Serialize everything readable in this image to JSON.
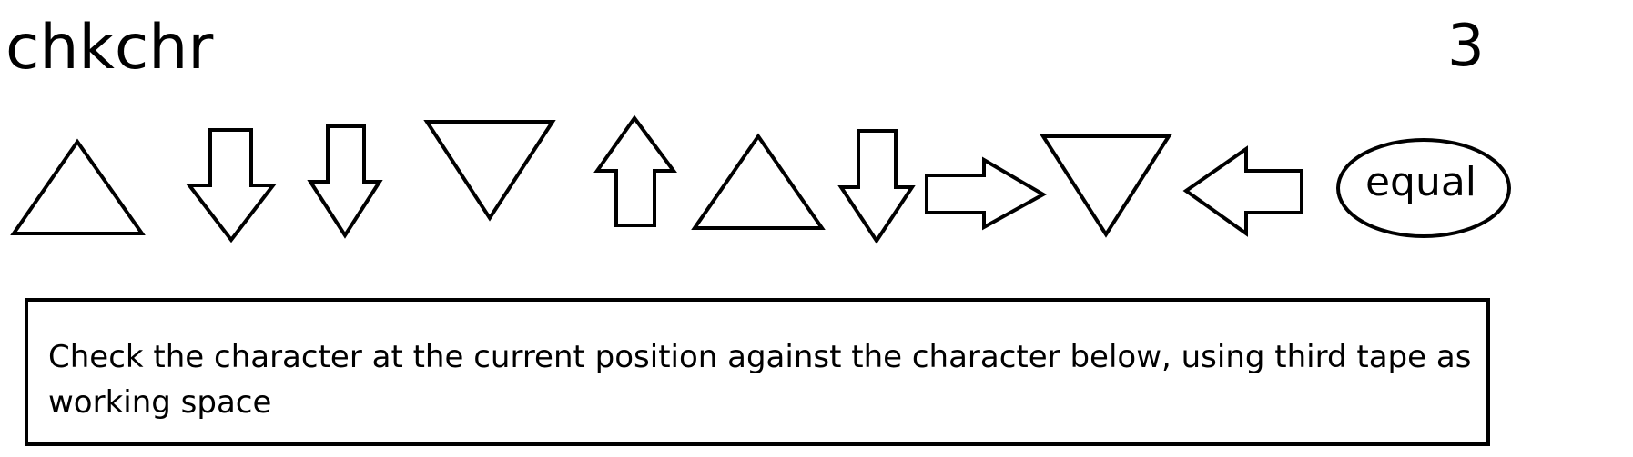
{
  "header": {
    "title": "chkchr",
    "page_number": "3"
  },
  "symbol_sequence": [
    "triangle-up",
    "arrow-down",
    "arrow-down",
    "triangle-down",
    "arrow-up",
    "triangle-up",
    "arrow-down",
    "arrow-right",
    "triangle-down",
    "arrow-left",
    "ellipse-label"
  ],
  "terminal": {
    "label": "equal"
  },
  "description": {
    "text": "Check the character at the current position against the character below, using third tape as working space"
  },
  "colors": {
    "stroke": "#000000",
    "background": "#ffffff"
  }
}
